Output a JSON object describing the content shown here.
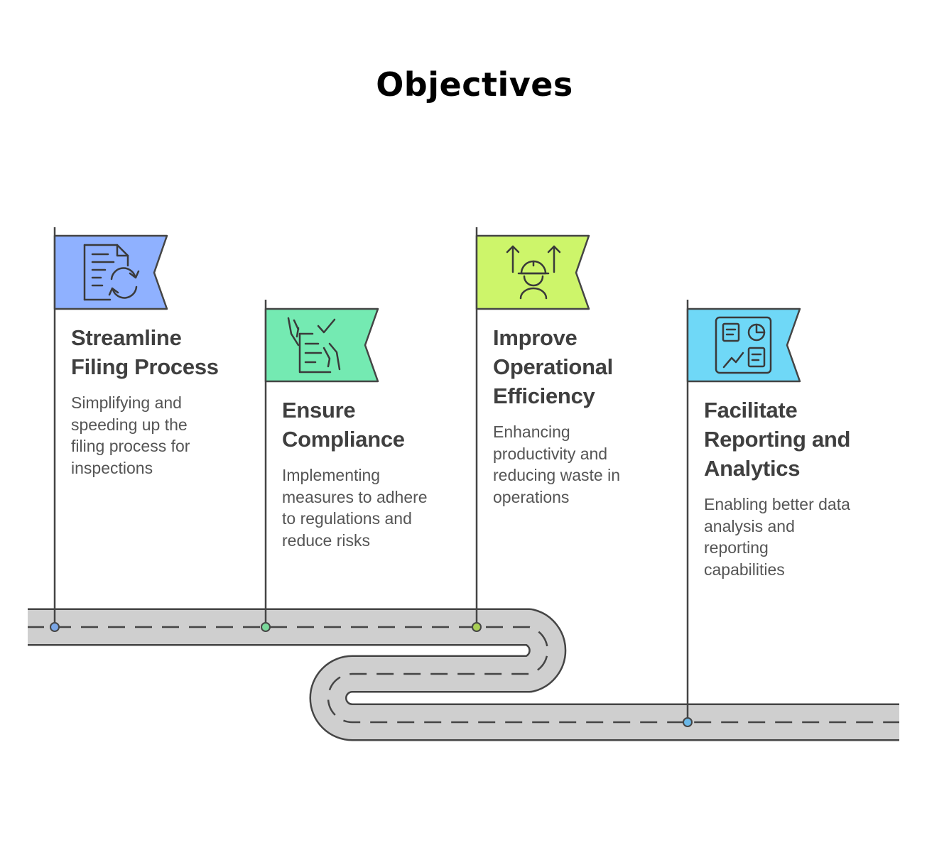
{
  "title": "Objectives",
  "milestones": [
    {
      "heading": [
        "Streamline",
        "Filing Process"
      ],
      "description": [
        "Simplifying and",
        "speeding up the",
        "filing process for",
        "inspections"
      ],
      "flag_color": "#8fb1ff",
      "dot_color": "#7aa6e6",
      "icon": "document-sync-icon"
    },
    {
      "heading": [
        "Ensure",
        "Compliance"
      ],
      "description": [
        "Implementing",
        "measures to adhere",
        "to regulations and",
        "reduce risks"
      ],
      "flag_color": "#74eab2",
      "dot_color": "#7ad99b",
      "icon": "hand-checklist-icon"
    },
    {
      "heading": [
        "Improve",
        "Operational",
        "Efficiency"
      ],
      "description": [
        "Enhancing",
        "productivity and",
        "reducing waste in",
        "operations"
      ],
      "flag_color": "#cdf56a",
      "dot_color": "#a9cf55",
      "icon": "worker-arrows-up-icon"
    },
    {
      "heading": [
        "Facilitate",
        "Reporting and",
        "Analytics"
      ],
      "description": [
        "Enabling better data",
        "analysis and",
        "reporting",
        "capabilities"
      ],
      "flag_color": "#6fd8f7",
      "dot_color": "#6ab8e8",
      "icon": "analytics-dashboard-icon"
    }
  ],
  "road_color": "#cfcfcf",
  "outline_color": "#454545"
}
